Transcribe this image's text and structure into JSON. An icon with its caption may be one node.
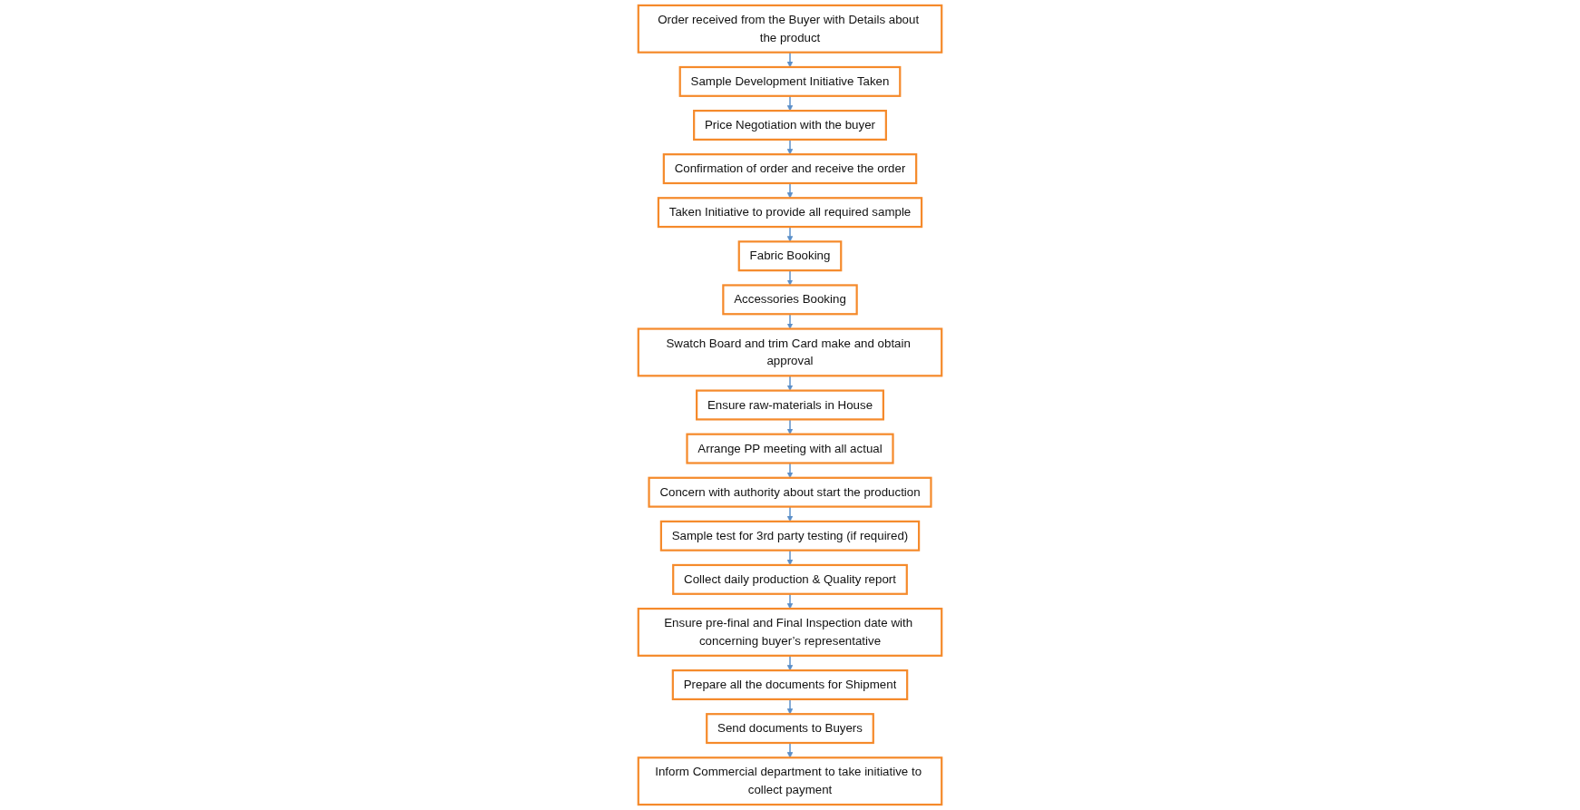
{
  "diagram": {
    "nodes": [
      {
        "text": [
          "Order received from the Buyer with Details about the product"
        ]
      },
      {
        "text": [
          "Sample Development Initiative Taken"
        ]
      },
      {
        "text": [
          "Price Negotiation with the buyer"
        ]
      },
      {
        "text": [
          "Confirmation of order and receive the order"
        ]
      },
      {
        "text": [
          "Swatch Board and trim Card make and obtain approval"
        ]
      },
      {
        "text": [
          "Accessories Booking"
        ]
      },
      {
        "text": [
          "Fabric Booking"
        ]
      },
      {
        "text": [
          "Taken Initiative to provide all required sample"
        ]
      },
      {
        "text": [
          "Ensure raw-materials in House"
        ]
      },
      {
        "text": [
          "Arrange PP meeting with all actual"
        ]
      },
      {
        "text": [
          "Concern with authority about start the production"
        ]
      },
      {
        "text": [
          "Sample test for 3rd party testing (if required)"
        ]
      },
      {
        "text": [
          "Send documents to Buyers"
        ]
      },
      {
        "text": [
          "Prepare all the documents for Shipment"
        ]
      },
      {
        "text": [
          "Ensure pre-final and Final Inspection date with concerning buyer’s representative"
        ]
      },
      {
        "text": [
          "Collect daily production & Quality report"
        ]
      },
      {
        "text": [
          "Inform Commercial department to take initiative to collect payment"
        ]
      }
    ],
    "edges": [
      {
        "from": 0,
        "to": 1,
        "arrow": "to"
      },
      {
        "from": 1,
        "to": 2,
        "arrow": "to"
      },
      {
        "from": 2,
        "to": 3,
        "arrow": "to"
      },
      {
        "from": 3,
        "to": 7,
        "arrow": "to"
      },
      {
        "from": 7,
        "to": 6,
        "arrow": "to"
      },
      {
        "from": 6,
        "to": 5,
        "arrow": "to"
      },
      {
        "from": 5,
        "to": 4,
        "arrow": "to"
      },
      {
        "from": 4,
        "to": 8,
        "arrow": "to"
      },
      {
        "from": 8,
        "to": 9,
        "arrow": "to"
      },
      {
        "from": 9,
        "to": 10,
        "arrow": "to"
      },
      {
        "from": 10,
        "to": 11,
        "arrow": "to"
      },
      {
        "from": 11,
        "to": 15,
        "arrow": "to"
      },
      {
        "from": 15,
        "to": 14,
        "arrow": "to"
      },
      {
        "from": 14,
        "to": 13,
        "arrow": "to"
      },
      {
        "from": 13,
        "to": 12,
        "arrow": "to"
      },
      {
        "from": 12,
        "to": 16,
        "arrow": "to"
      }
    ]
  }
}
